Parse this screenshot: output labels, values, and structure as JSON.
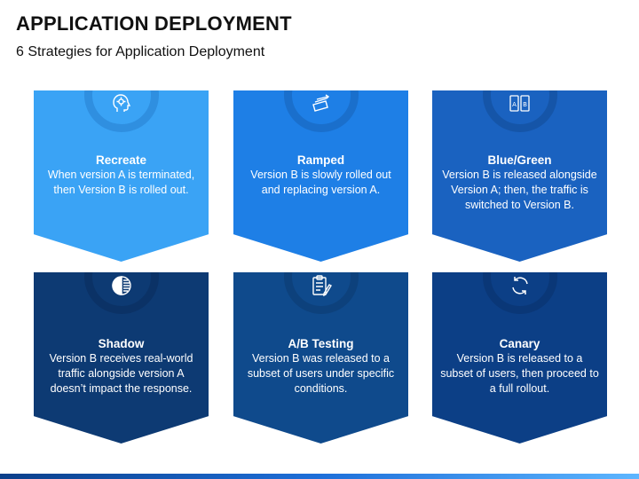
{
  "header": {
    "title": "APPLICATION DEPLOYMENT",
    "subtitle": "6 Strategies for Application Deployment"
  },
  "cards": [
    {
      "title": "Recreate",
      "body": "When version A is terminated, then Version B is rolled out.",
      "icon": "head-gear-icon",
      "color": "#3aa3f5",
      "arc": "#2f8fe0"
    },
    {
      "title": "Ramped",
      "body": "Version B is slowly rolled out and replacing version A.",
      "icon": "layered-cards-icon",
      "color": "#1e7fe6",
      "arc": "#1a6fcc"
    },
    {
      "title": "Blue/Green",
      "body": "Version B is released alongside Version A; then, the traffic is switched to Version B.",
      "icon": "ab-devices-icon",
      "color": "#1a62c0",
      "arc": "#1555a8"
    },
    {
      "title": "Shadow",
      "body": "Version B receives real-world traffic alongside version A doesn’t impact the response.",
      "icon": "half-circle-icon",
      "color": "#0d3a73",
      "arc": "#0b3266"
    },
    {
      "title": "A/B Testing",
      "body": "Version B was released to a subset of users under specific conditions.",
      "icon": "clipboard-checklist-icon",
      "color": "#0f4a8c",
      "arc": "#0d417c"
    },
    {
      "title": "Canary",
      "body": "Version B is released to a subset of users, then proceed to a full rollout.",
      "icon": "refresh-arrows-icon",
      "color": "#0c3f86",
      "arc": "#0a3777"
    }
  ]
}
